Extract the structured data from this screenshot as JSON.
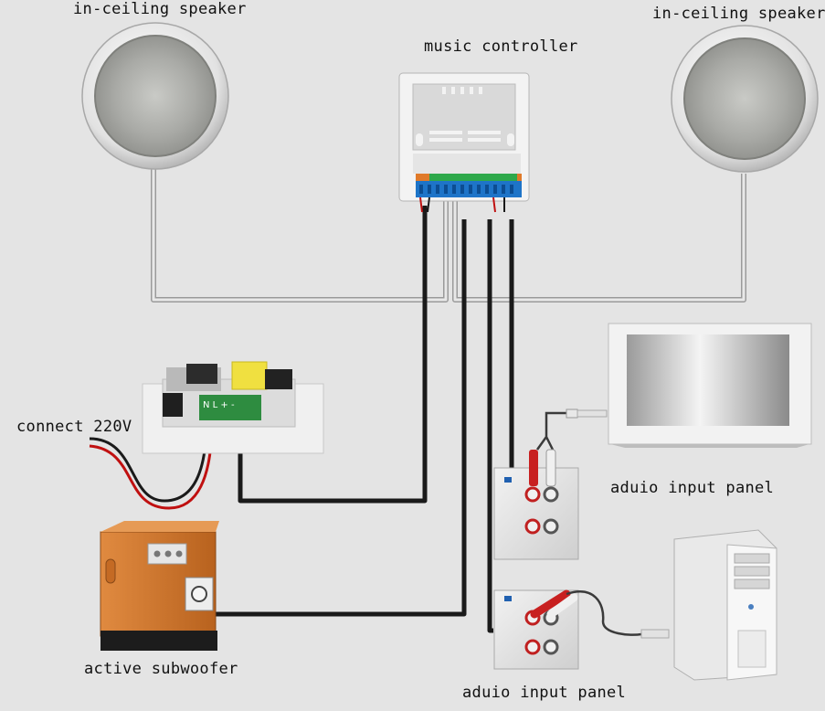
{
  "labels": {
    "speaker_left": "in-ceiling speaker",
    "speaker_right": "in-ceiling speaker",
    "controller": "music controller",
    "power": "connect 220V",
    "panel_top": "aduio input panel",
    "panel_bottom": "aduio input panel",
    "subwoofer": "active subwoofer"
  },
  "power_module": {
    "terminal_text": "N L + -"
  },
  "colors": {
    "background": "#e4e4e4",
    "speaker_cable": "#c8c8c8",
    "black_cable": "#1a1a1a",
    "red_wire": "#c01010",
    "terminal_blue": "#1e74c8",
    "terminal_green": "#2ea84a",
    "subwoofer_wood": "#d0762e",
    "rca_red": "#c82020",
    "rca_white": "#f0f0f0"
  }
}
